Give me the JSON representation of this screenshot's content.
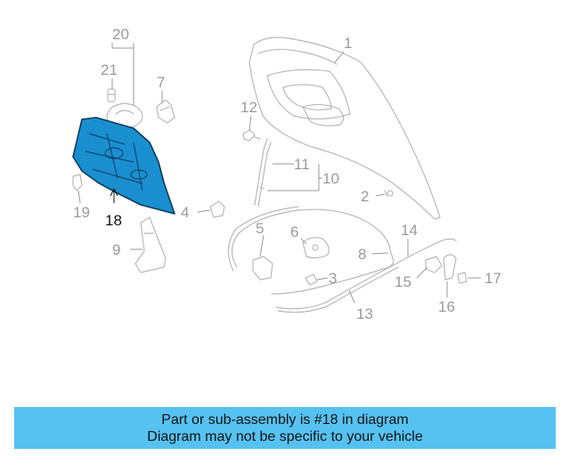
{
  "caption": {
    "line1": "Part or sub-assembly is #18 in diagram",
    "line2": "Diagram may not be specific to your vehicle",
    "background": "#56c2f2"
  },
  "highlight": {
    "part": "18",
    "fill": "#1a8fd0"
  },
  "callouts": {
    "c1": "1",
    "c2": "2",
    "c3": "3",
    "c4": "4",
    "c5": "5",
    "c6": "6",
    "c7": "7",
    "c8": "8",
    "c9": "9",
    "c10": "10",
    "c11": "11",
    "c12": "12",
    "c13": "13",
    "c14": "14",
    "c15": "15",
    "c16": "16",
    "c17": "17",
    "c18": "18",
    "c19": "19",
    "c20": "20",
    "c21": "21"
  }
}
